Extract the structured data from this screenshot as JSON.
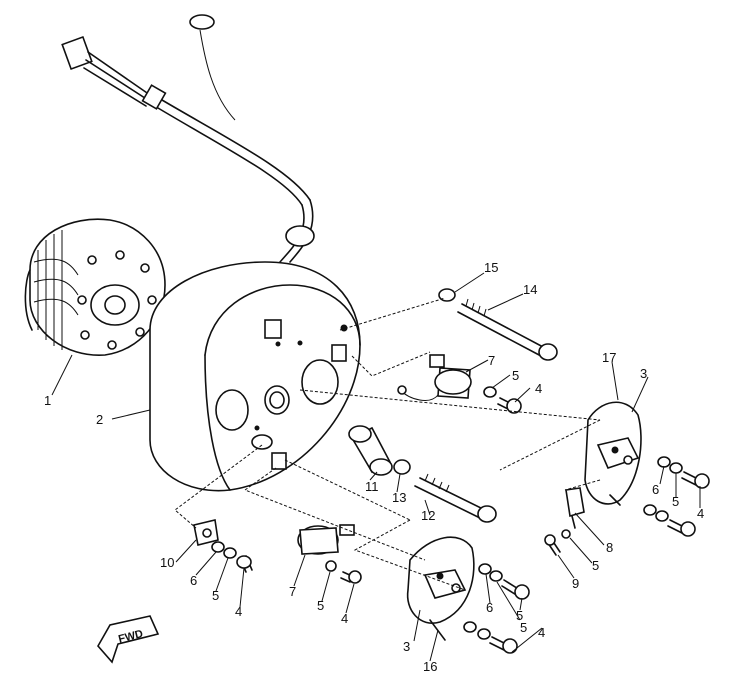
{
  "callouts": {
    "c1": "1",
    "c2": "2",
    "c3a": "3",
    "c3b": "3",
    "c4a": "4",
    "c4b": "4",
    "c4c": "4",
    "c4d": "4",
    "c4e": "4",
    "c5a": "5",
    "c5b": "5",
    "c5c": "5",
    "c5d": "5",
    "c5e": "5",
    "c5f": "5",
    "c5g": "5",
    "c6a": "6",
    "c6b": "6",
    "c6c": "6",
    "c7a": "7",
    "c7b": "7",
    "c8": "8",
    "c9": "9",
    "c10": "10",
    "c11": "11",
    "c12": "12",
    "c13": "13",
    "c14": "14",
    "c15": "15",
    "c16": "16",
    "c17": "17"
  },
  "direction_arrow": {
    "label": "FWD"
  }
}
